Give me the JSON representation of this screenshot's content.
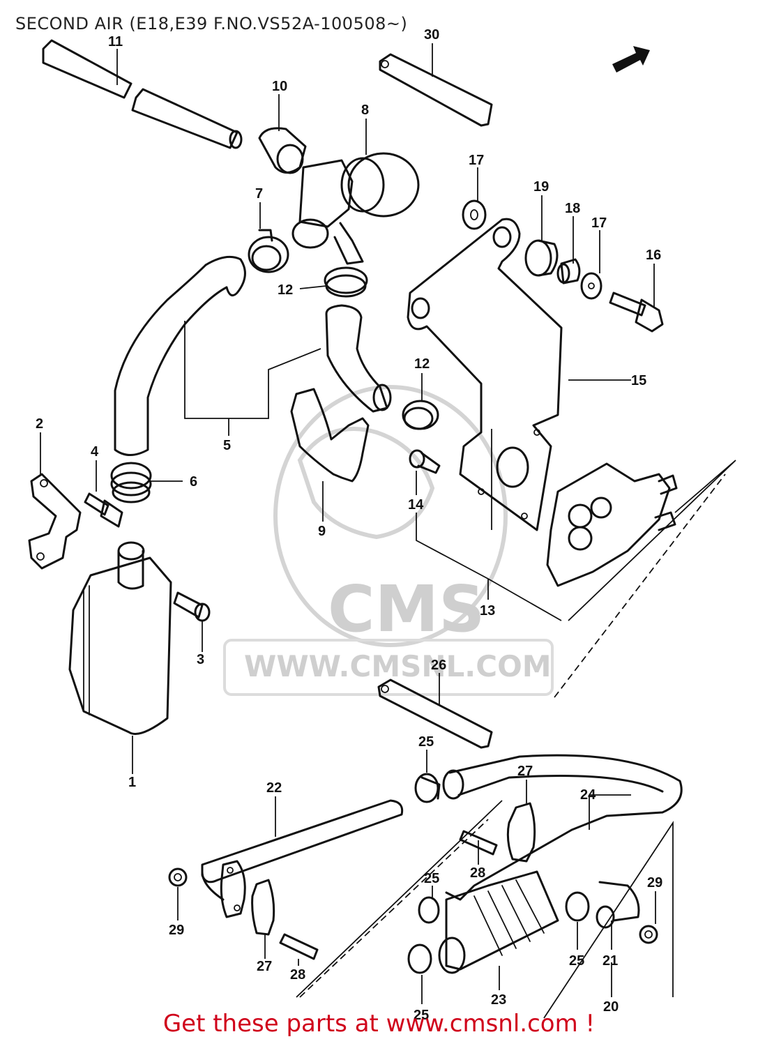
{
  "title": "SECOND AIR (E18,E39 F.NO.VS52A-100508~)",
  "watermark": {
    "logo_text": "CMS",
    "url_text": "WWW.CMSNL.COM"
  },
  "footer": {
    "text": "Get these parts at www.cmsnl.com !",
    "color": "#d0021b"
  },
  "callouts": {
    "c1": "1",
    "c2": "2",
    "c3": "3",
    "c4": "4",
    "c5": "5",
    "c6": "6",
    "c7": "7",
    "c8": "8",
    "c9": "9",
    "c10": "10",
    "c11": "11",
    "c12a": "12",
    "c12b": "12",
    "c13": "13",
    "c14": "14",
    "c15": "15",
    "c16": "16",
    "c17a": "17",
    "c17b": "17",
    "c18": "18",
    "c19": "19",
    "c20": "20",
    "c21": "21",
    "c22": "22",
    "c23": "23",
    "c24": "24",
    "c25a": "25",
    "c25b": "25",
    "c25c": "25",
    "c25d": "25",
    "c26": "26",
    "c27a": "27",
    "c27b": "27",
    "c28a": "28",
    "c28b": "28",
    "c29a": "29",
    "c29b": "29",
    "c30": "30"
  }
}
